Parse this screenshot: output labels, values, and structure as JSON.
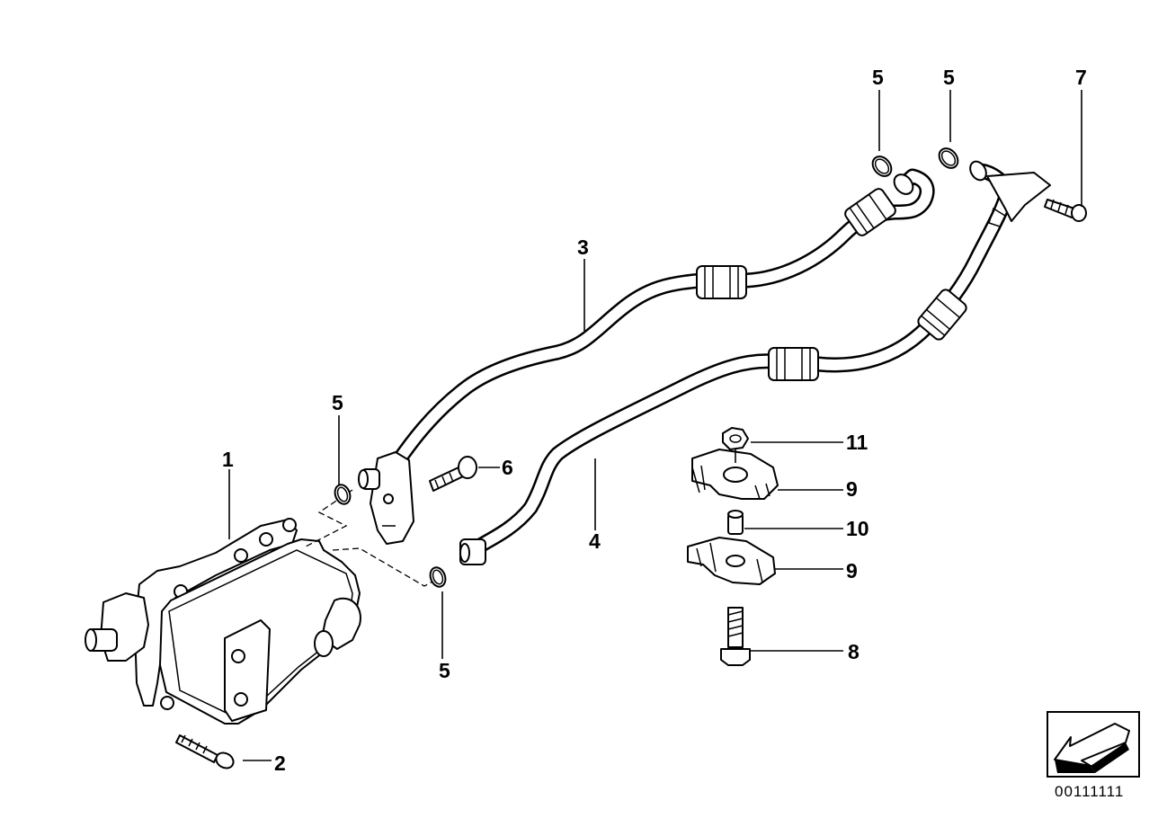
{
  "callouts": {
    "c1": "1",
    "c2": "2",
    "c3": "3",
    "c4": "4",
    "c5_left": "5",
    "c5_bottom": "5",
    "c5_top_left": "5",
    "c5_top_right": "5",
    "c6": "6",
    "c7": "7",
    "c8": "8",
    "c9_upper": "9",
    "c9_lower": "9",
    "c10": "10",
    "c11": "11"
  },
  "diagram_id": "00111111",
  "colors": {
    "line": "#000000",
    "background": "#ffffff"
  },
  "icons": {
    "orientation": "direction-arrow-icon"
  }
}
